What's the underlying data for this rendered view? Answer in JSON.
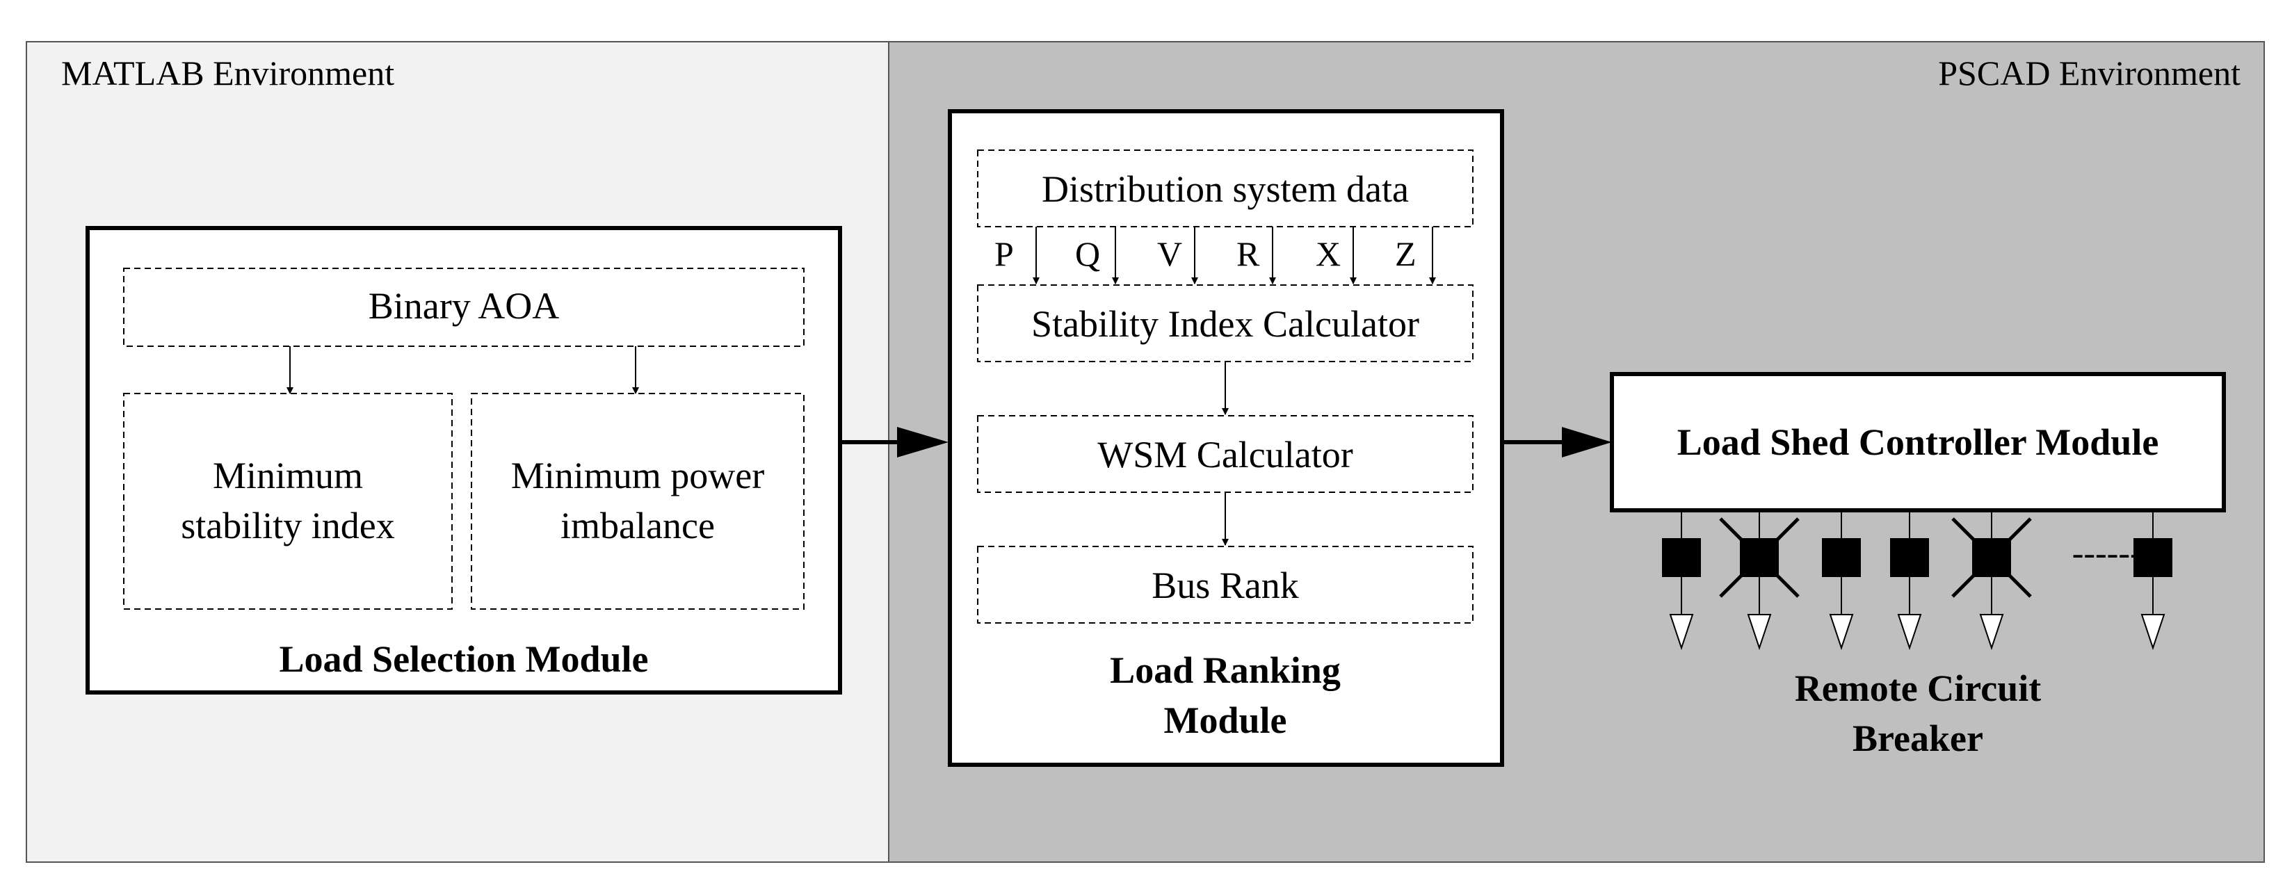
{
  "environments": {
    "matlab": {
      "label": "MATLAB Environment",
      "color": "#f2f2f2"
    },
    "pscad": {
      "label": "PSCAD Environment",
      "color": "#bfbfbf"
    }
  },
  "load_selection_module": {
    "title": "Load Selection Module",
    "binary_aoa": "Binary AOA",
    "min_stability_index": [
      "Minimum",
      "stability index"
    ],
    "min_power_imbalance": [
      "Minimum power",
      "imbalance"
    ]
  },
  "load_ranking_module": {
    "title": [
      "Load Ranking",
      "Module"
    ],
    "distribution_data": "Distribution system data",
    "variables": [
      "P",
      "Q",
      "V",
      "R",
      "X",
      "Z"
    ],
    "stability_calculator": "Stability Index Calculator",
    "wsm_calculator": "WSM Calculator",
    "bus_rank": "Bus Rank"
  },
  "load_shed_controller": {
    "title": "Load Shed Controller Module",
    "breakers_label": [
      "Remote Circuit",
      "Breaker"
    ],
    "breakers": [
      {
        "tripped": false
      },
      {
        "tripped": true
      },
      {
        "tripped": false
      },
      {
        "tripped": false
      },
      {
        "tripped": true
      },
      {
        "tripped": false
      }
    ],
    "ellipsis": "-------"
  }
}
